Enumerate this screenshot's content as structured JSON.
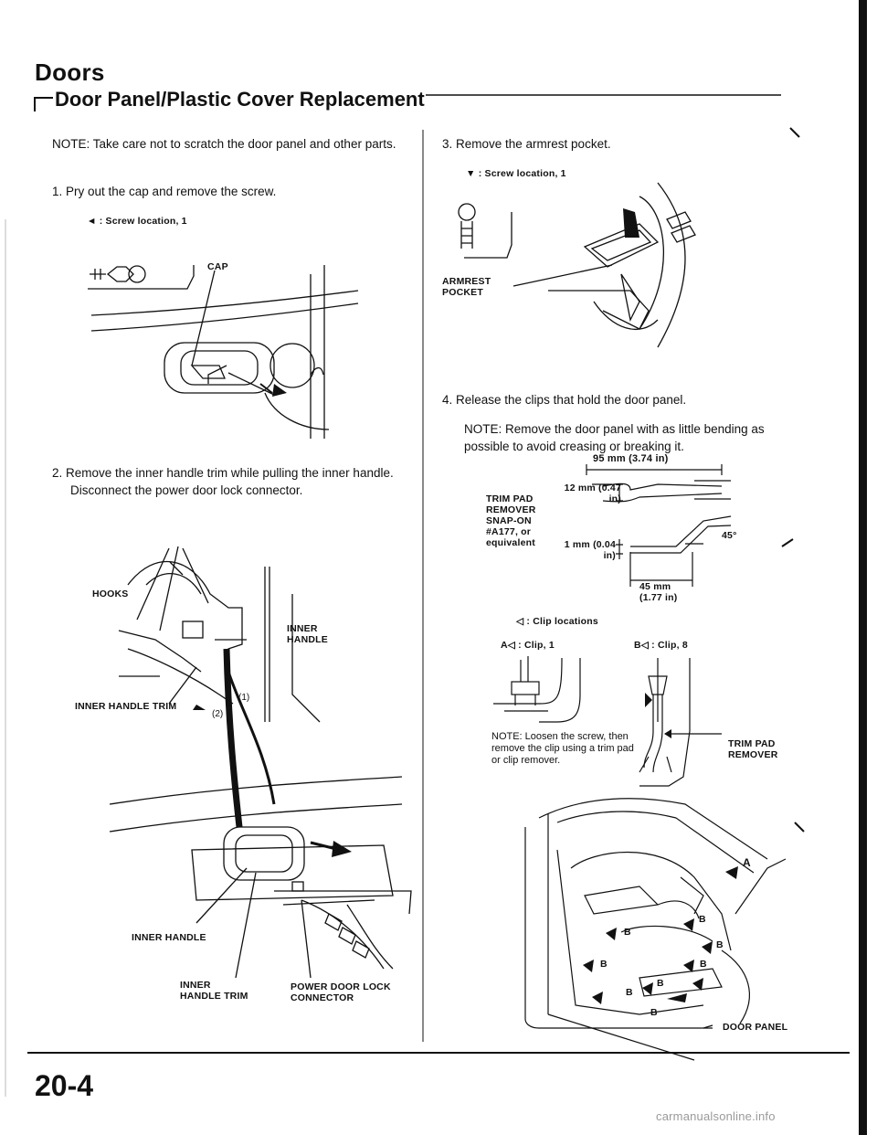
{
  "header": {
    "title": "Doors",
    "subtitle": "Door Panel/Plastic Cover Replacement"
  },
  "left": {
    "note": "NOTE: Take care not to scratch the door panel and other parts.",
    "step1": "1. Pry out the cap and remove the screw.",
    "screw_legend": ": Screw location, 1",
    "cap_label": "CAP",
    "step2_line1": "2. Remove the inner handle trim while pulling the inner handle.",
    "step2_line2": "Disconnect the power door lock connector.",
    "labels": {
      "hooks": "HOOKS",
      "inner_handle_1": "INNER HANDLE",
      "inner_handle_trim_1": "INNER HANDLE TRIM",
      "inner_handle_2": "INNER HANDLE",
      "inner_handle_trim_2": "INNER HANDLE TRIM",
      "power_door_lock": "POWER DOOR LOCK CONNECTOR",
      "circle_1": "1",
      "circle_2": "2"
    }
  },
  "right": {
    "step3": "3. Remove the armrest pocket.",
    "screw_legend": ": Screw location, 1",
    "armrest_pocket": "ARMREST POCKET",
    "step4": "4. Release the clips that hold the door panel.",
    "note4": "NOTE: Remove the door panel with as little bending as possible to avoid creasing or breaking it.",
    "tool": {
      "dim_95": "95 mm (3.74 in)",
      "dim_12": "12 mm (0.47 in)",
      "dim_1": "1 mm (0.04 in)",
      "dim_45mm": "45 mm (1.77 in)",
      "angle": "45°",
      "name": "TRIM PAD REMOVER SNAP-ON #A177, or equivalent"
    },
    "clip_legend": ": Clip locations",
    "clip_a": "A◁ : Clip, 1",
    "clip_b": "B◁ : Clip, 8",
    "clip_note": "NOTE: Loosen the screw, then remove the clip using a trim pad or clip remover.",
    "trim_pad_remover": "TRIM PAD REMOVER",
    "door_panel": "DOOR PANEL",
    "marker_a": "A",
    "marker_b": "B"
  },
  "footer": {
    "page_number": "20-4",
    "watermark": "carmanualsonline.info"
  }
}
